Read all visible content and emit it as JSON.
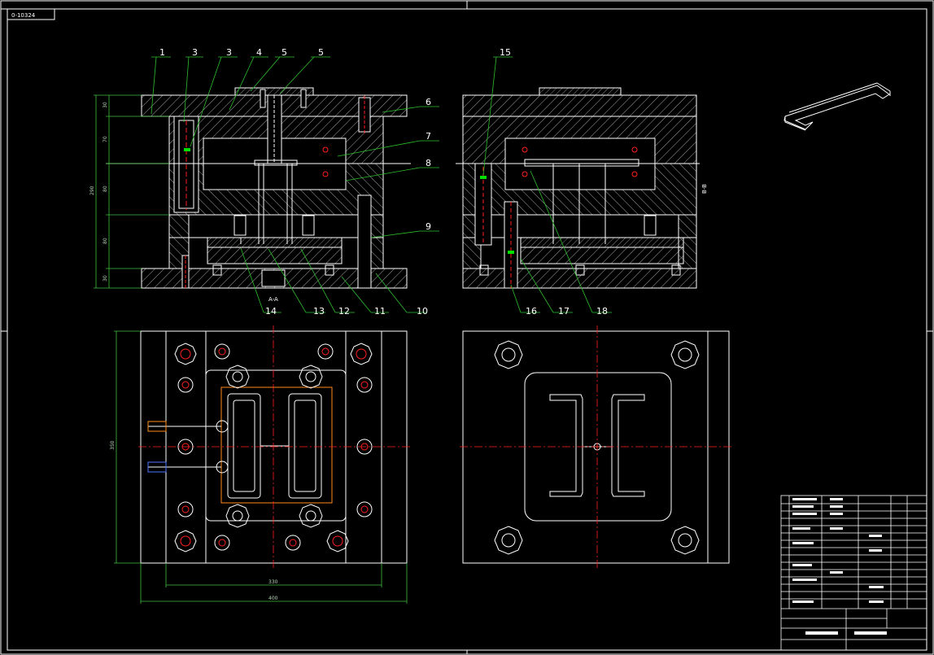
{
  "drawing": {
    "code_box": "0-10324"
  },
  "callouts": {
    "n1": "1",
    "n2": "3",
    "n3": "3",
    "n4": "4",
    "n5": "5",
    "n6": "5",
    "n7": "6",
    "n8": "7",
    "n9": "8",
    "n10": "9",
    "n11": "10",
    "n12": "11",
    "n13": "12",
    "n14": "13",
    "n15": "14",
    "n16": "15",
    "n17": "16",
    "n18": "17",
    "n19": "18"
  },
  "section_labels": {
    "left": "A-A",
    "right": "B-B"
  },
  "dimensions": {
    "front_h1": "30",
    "front_h2": "70",
    "front_h3": "80",
    "front_h4": "80",
    "front_h5": "30",
    "front_total": "290",
    "plan_height": "350",
    "plan_width_inner": "330",
    "plan_width_outer": "400"
  },
  "colors": {
    "background": "#000000",
    "lines": "#ffffff",
    "hatch": "#e8e8e8",
    "center_lines": "#ff2020",
    "dimensions": "#3fbf3f",
    "callout_leaders": "#2fbf2f",
    "accent_orange": "#ff8c1a",
    "cooling_blue": "#4a78ff",
    "gate_green": "#00e000"
  }
}
